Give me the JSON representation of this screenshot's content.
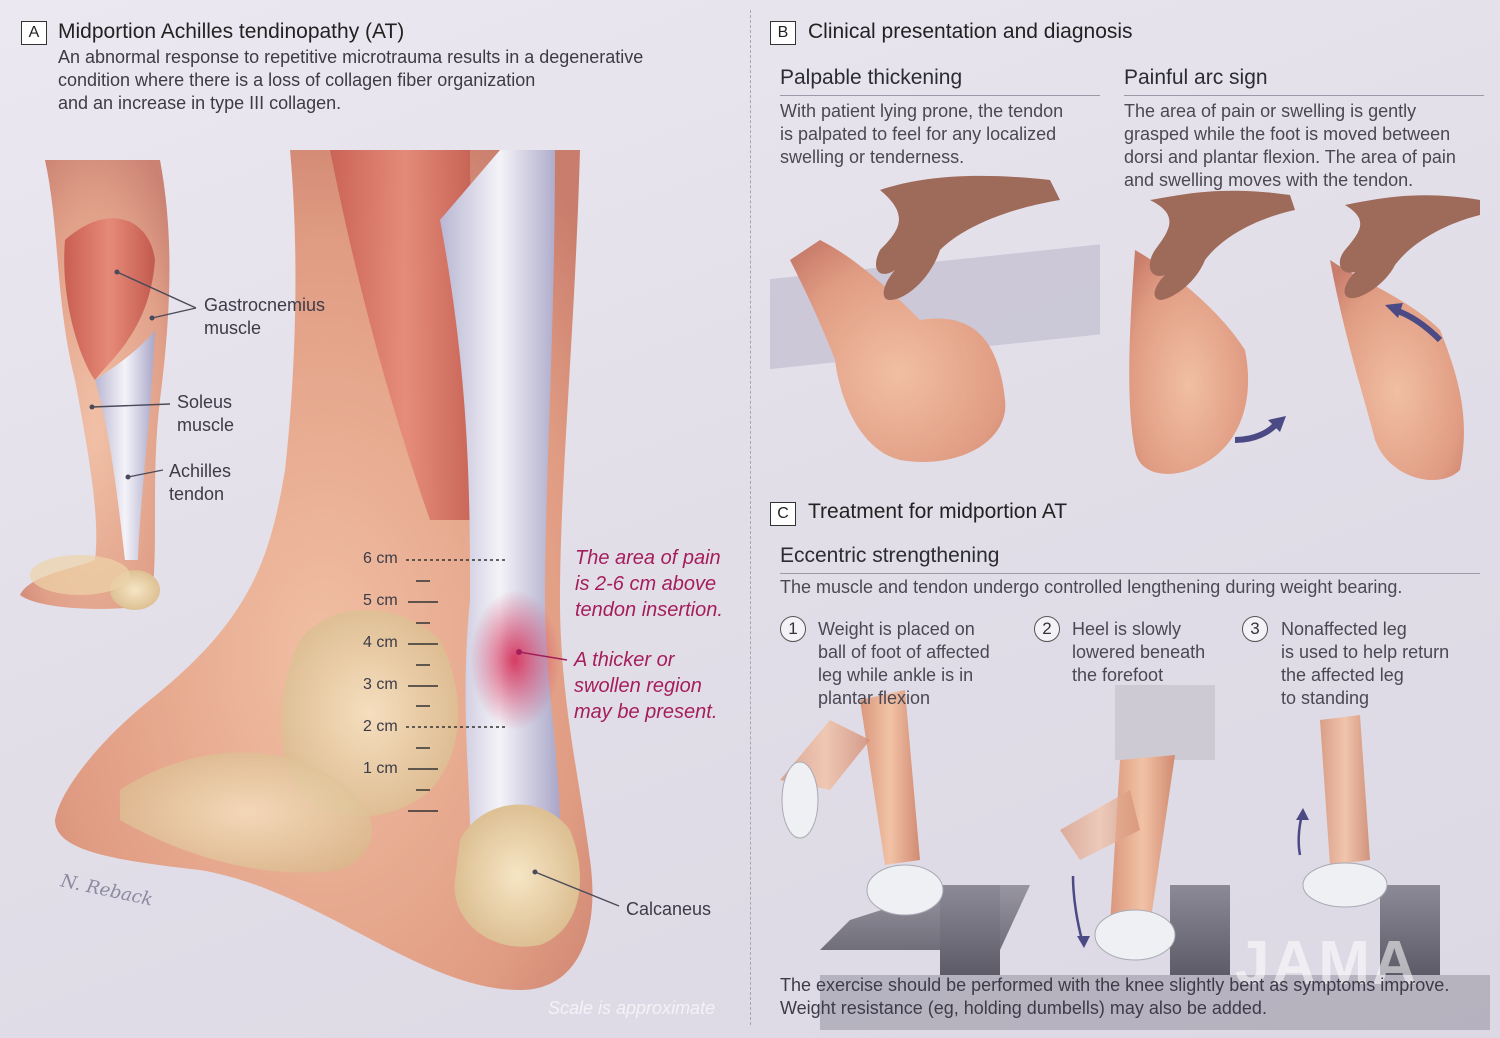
{
  "panel_a": {
    "label": "A",
    "title": "Midportion Achilles tendinopathy (AT)",
    "description": [
      "An abnormal response to repetitive microtrauma results in a degenerative",
      "condition where there is a loss of collagen fiber organization",
      "and an increase in type III collagen."
    ],
    "anatomy_labels": {
      "gastrocnemius": [
        "Gastrocnemius",
        "muscle"
      ],
      "soleus": [
        "Soleus",
        "muscle"
      ],
      "achilles": [
        "Achilles",
        "tendon"
      ],
      "calcaneus": "Calcaneus"
    },
    "scale_marks": [
      "6 cm",
      "5 cm",
      "4 cm",
      "3 cm",
      "2 cm",
      "1 cm"
    ],
    "pain_note": [
      "The area of pain",
      "is 2-6 cm above",
      "tendon insertion."
    ],
    "swelling_note": [
      "A thicker or",
      "swollen region",
      "may be present."
    ],
    "scale_caption": "Scale is approximate",
    "signature": "N. Reback"
  },
  "panel_b": {
    "label": "B",
    "title": "Clinical presentation and diagnosis",
    "palpable": {
      "title": "Palpable thickening",
      "text": [
        "With patient lying prone, the tendon",
        "is palpated to feel for any localized",
        "swelling or tenderness."
      ]
    },
    "painful_arc": {
      "title": "Painful arc sign",
      "text": [
        "The area of pain or swelling is gently",
        "grasped while the foot is moved between",
        "dorsi and plantar flexion. The area of pain",
        "and swelling moves with the tendon."
      ]
    }
  },
  "panel_c": {
    "label": "C",
    "title": "Treatment for midportion AT",
    "subtitle": "Eccentric strengthening",
    "intro": "The muscle and tendon undergo controlled lengthening during weight bearing.",
    "steps": [
      {
        "num": "1",
        "text": [
          "Weight is placed on",
          "ball of foot of affected",
          "leg while ankle is in",
          "plantar flexion"
        ]
      },
      {
        "num": "2",
        "text": [
          "Heel is slowly",
          "lowered beneath",
          "the forefoot"
        ]
      },
      {
        "num": "3",
        "text": [
          "Nonaffected leg",
          "is used to help return",
          "the affected leg",
          "to standing"
        ]
      }
    ],
    "note": [
      "The exercise should be performed with the knee slightly bent as symptoms improve.",
      "Weight resistance (eg, holding dumbells) may also be added."
    ]
  },
  "watermark": "JAMA",
  "colors": {
    "accent": "#a51e5c",
    "skin": "#e8a98f",
    "tendon": "#dcd9e6",
    "bone": "#ecd3a8",
    "arrow": "#4b4a85"
  }
}
